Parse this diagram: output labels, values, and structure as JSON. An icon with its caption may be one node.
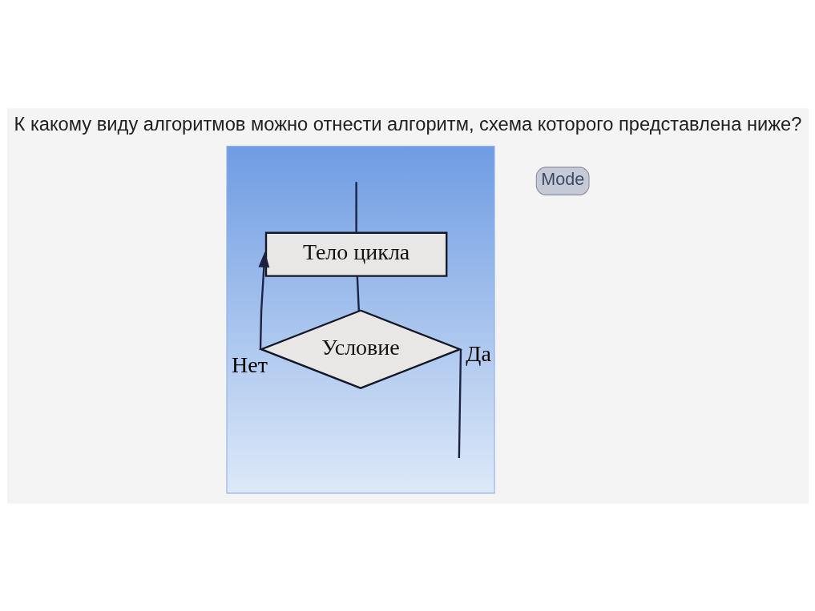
{
  "diagram": {
    "title": "К какому виду алгоритмов можно отнести алгоритм, схема которого представлена ниже?",
    "nodes": [
      {
        "text": [],
        "shape": "box"
      },
      {
        "text": [
          "Тело цикла"
        ],
        "in": 0
      },
      {
        "text": [
          "Условие"
        ],
        "in": 0
      }
    ],
    "edges": [
      {
        "from": null,
        "to": 1,
        "arrow": "none"
      },
      {
        "from": 1,
        "to": 2,
        "arrow": "none"
      },
      {
        "from": 2,
        "to": 1,
        "arrow": "to",
        "label": "Нет"
      },
      {
        "from": 2,
        "to": null,
        "arrow": "none",
        "label": "Да"
      }
    ],
    "labels": [
      "Mode"
    ]
  }
}
